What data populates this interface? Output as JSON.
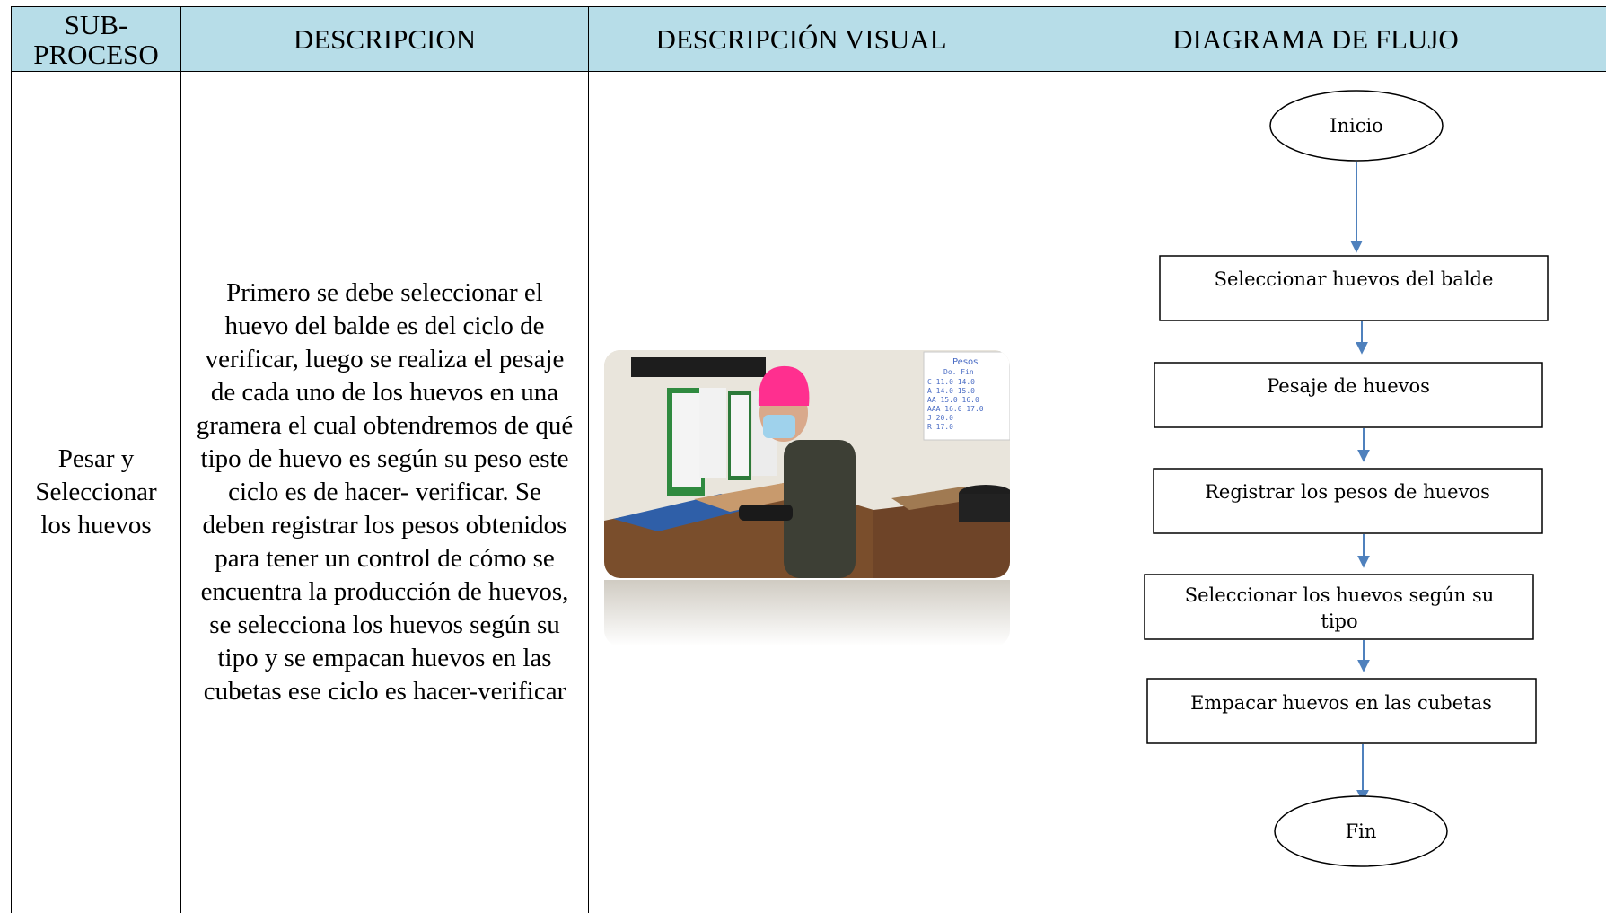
{
  "headers": {
    "subproceso": "SUB-\nPROCESO",
    "descripcion": "DESCRIPCION",
    "descripcion_visual": "DESCRIPCIÓN VISUAL",
    "diagrama": "DIAGRAMA DE FLUJO"
  },
  "row": {
    "subproceso": "Pesar y Seleccionar los huevos",
    "descripcion": "Primero se debe seleccionar el huevo del balde es del ciclo de verificar, luego se realiza el pesaje de cada uno de los huevos en una gramera el cual obtendremos de qué tipo de huevo es según su peso este ciclo es de hacer- verificar. Se deben registrar los pesos obtenidos para tener un control de cómo se encuentra la producción de huevos, se selecciona los huevos según su tipo y se empacan huevos en las cubetas ese ciclo es hacer-verificar"
  },
  "photo": {
    "whiteboard_title": "Pesos",
    "whiteboard_rows": [
      "Do.  Fin",
      "C  11.0  14.0",
      "A  14.0  15.0",
      "AA 15.0  16.0",
      "AAA 16.0  17.0",
      "J  20.0",
      "R  17.0"
    ],
    "colors": {
      "hat": "#ff2f8f",
      "uniform": "#3d3f35",
      "wall": "#e9e5dc",
      "desk": "#7a4e2c"
    }
  },
  "flowchart": {
    "start": "Inicio",
    "steps": [
      "Seleccionar huevos  del balde",
      "Pesaje de huevos",
      "Registrar los pesos de huevos",
      "Seleccionar los huevos según su tipo",
      "Empacar huevos en las cubetas"
    ],
    "step4_lines": [
      "Seleccionar los huevos según su",
      "tipo"
    ],
    "end": "Fin",
    "arrow_color": "#4f81bd"
  }
}
